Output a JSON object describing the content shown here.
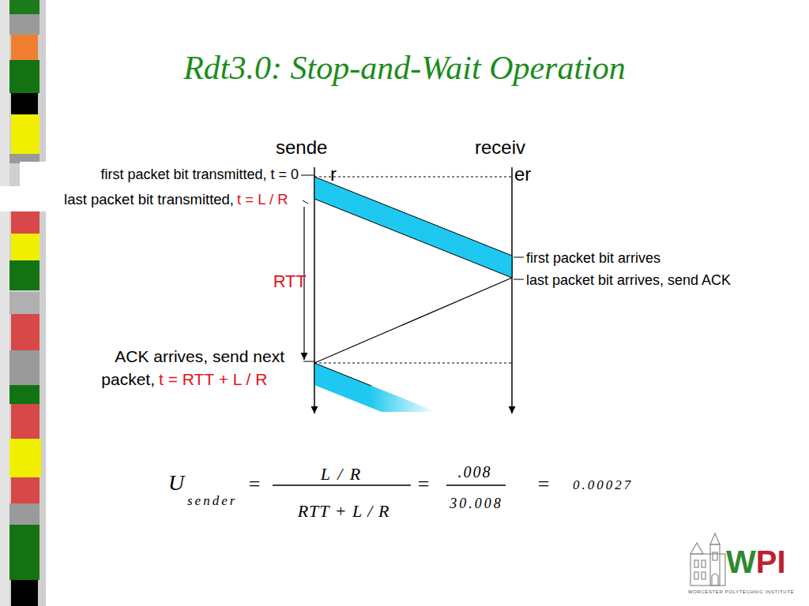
{
  "diagram": {
    "title": "Rdt3.0: Stop-and-Wait Operation",
    "labels": [
      "sende",
      "r",
      "receiv",
      "er",
      "first packet bit transmitted, t = 0",
      "last packet bit transmitted,",
      "t = L / R",
      "RTT",
      "first packet bit arrives",
      "last packet bit arrives, send ACK",
      "ACK arrives, send next",
      "packet,",
      "t = RTT + L / R",
      "U",
      "sender",
      "=",
      "L / R",
      "RTT + L / R",
      "=",
      ".008",
      "30.008",
      "=",
      "0.00027",
      "WPI",
      "WORCESTER POLYTECHNIC INSTITUTE"
    ]
  }
}
